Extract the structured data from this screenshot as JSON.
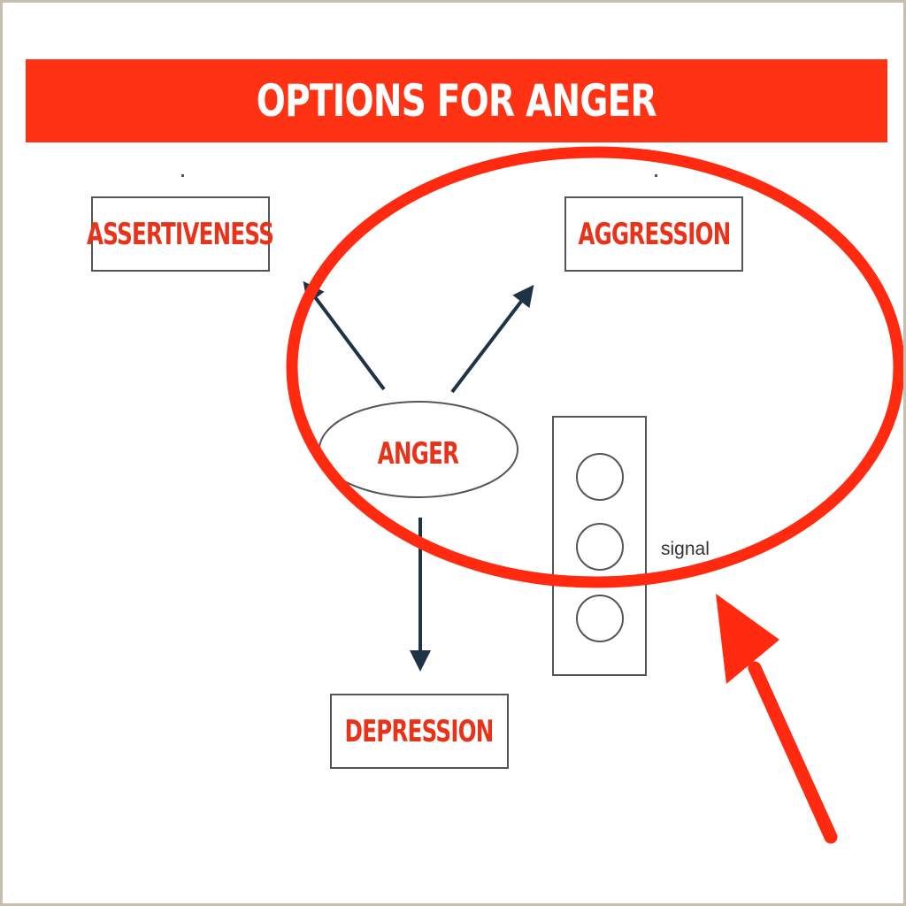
{
  "title": "OPTIONS FOR ANGER",
  "nodes": {
    "center": "ANGER",
    "assertiveness": "ASSERTIVENESS",
    "aggression": "AGGRESSION",
    "depression": "DEPRESSION"
  },
  "signal": {
    "label": "signal",
    "lights": 3
  },
  "colors": {
    "title_bar": "#ff3314",
    "label_text": "#e8321a",
    "arrow": "#1e3446",
    "highlight": "#ff2a0f"
  }
}
